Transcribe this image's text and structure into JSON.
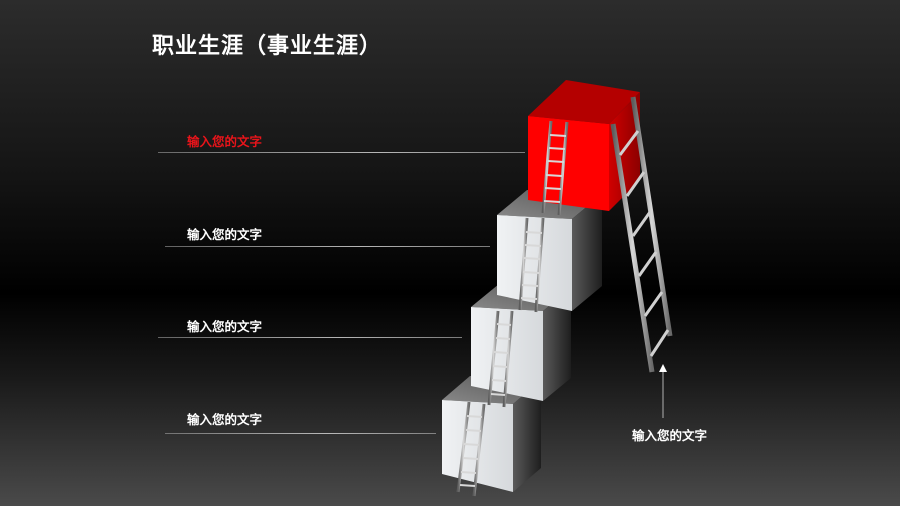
{
  "slide": {
    "title": "职业生涯（事业生涯）",
    "colors": {
      "accent": "#e8141a",
      "text": "#ffffff",
      "cube_front": "#e4e6e8",
      "cube_top": "#6e6e6e",
      "cube_side": "#3a3a3a",
      "red_front": "#ff0000",
      "red_top": "#b00000",
      "red_side": "#c80000"
    }
  },
  "steps": [
    {
      "level": 4,
      "label": "输入您的文字",
      "highlight": true,
      "block": "red-cube"
    },
    {
      "level": 3,
      "label": "输入您的文字",
      "highlight": false,
      "block": "gray-cube"
    },
    {
      "level": 2,
      "label": "输入您的文字",
      "highlight": false,
      "block": "gray-cube"
    },
    {
      "level": 1,
      "label": "输入您的文字",
      "highlight": false,
      "block": "gray-cube"
    }
  ],
  "callout": {
    "label": "输入您的文字",
    "icon": "arrow-up-icon",
    "target": "tall-ladder"
  }
}
